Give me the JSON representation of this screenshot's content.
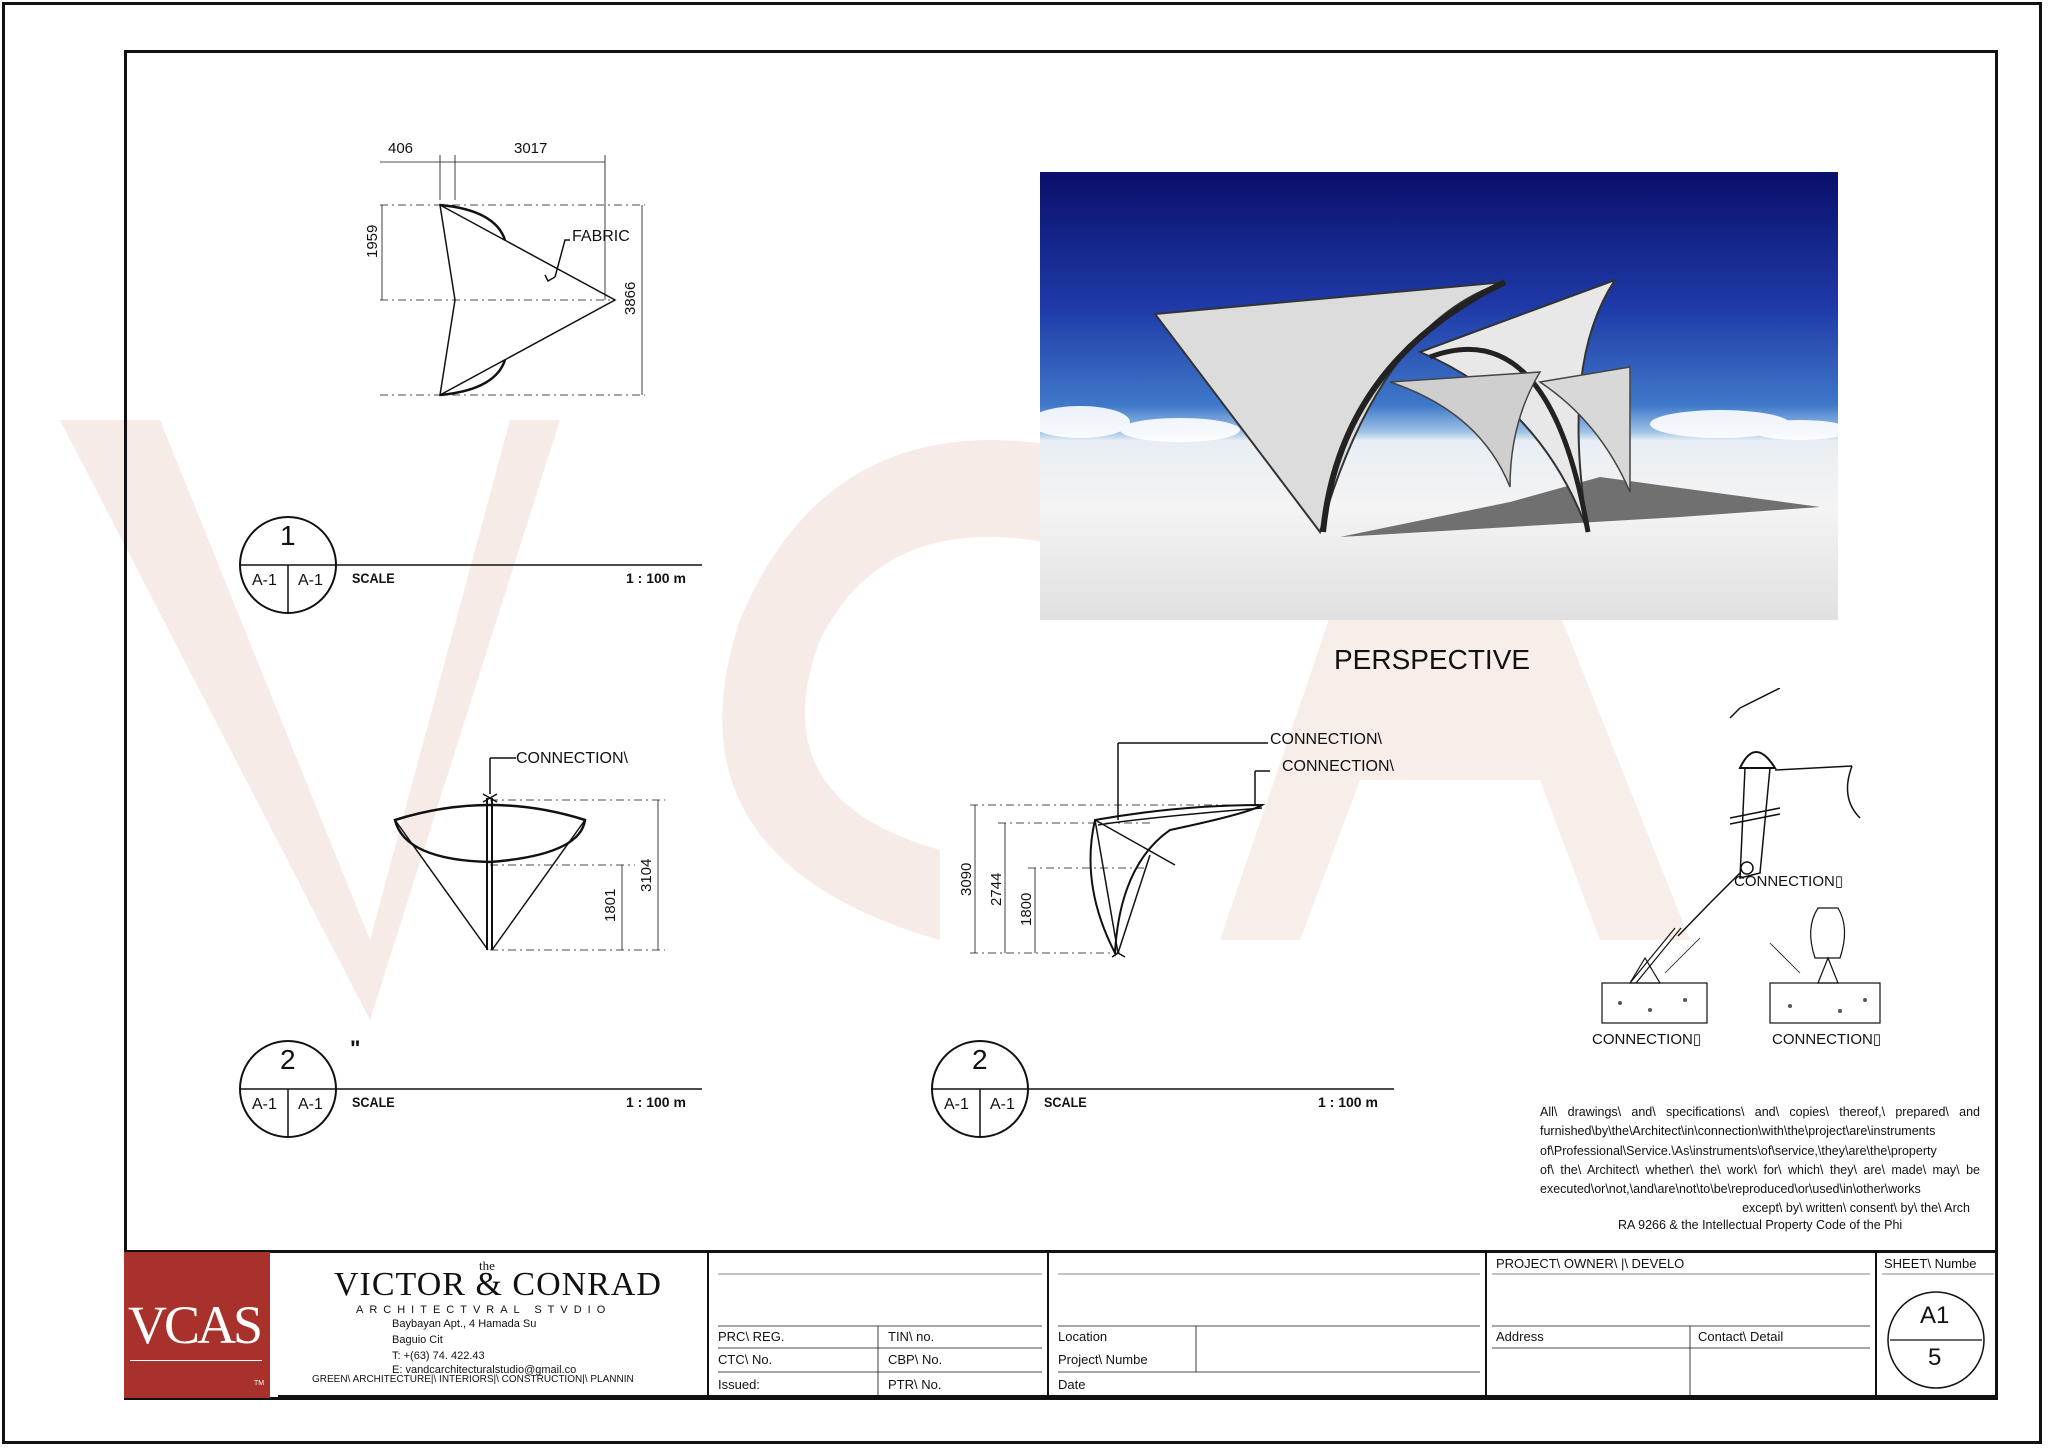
{
  "drawings": {
    "d1": {
      "dim_top_left": "406",
      "dim_top_right": "3017",
      "dim_left": "1959",
      "dim_right": "3866",
      "callout": "FABRIC",
      "label_number": "1",
      "label_ref_left": "A-1",
      "label_ref_right": "A-1",
      "scale_word": "SCALE",
      "scale_value": "1 : 100 m"
    },
    "d2": {
      "callout": "CONNECTION\\",
      "dim_a": "1801",
      "dim_b": "3104",
      "label_number": "2",
      "label_ref_left": "A-1",
      "label_ref_right": "A-1",
      "tick_mark": "\"",
      "scale_word": "SCALE",
      "scale_value": "1 : 100 m"
    },
    "d3": {
      "callout_1": "CONNECTION\\",
      "callout_2": "CONNECTION\\",
      "dim_a": "3090",
      "dim_b": "2744",
      "dim_c": "1800",
      "label_number": "2",
      "label_ref_left": "A-1",
      "label_ref_right": "A-1",
      "scale_word": "SCALE",
      "scale_value": "1 : 100 m"
    },
    "perspective_title": "PERSPECTIVE",
    "details": {
      "label_top": "CONNECTION▯",
      "label_bottom_left": "CONNECTION▯",
      "label_bottom_right": "CONNECTION▯"
    }
  },
  "legal": {
    "lines": [
      "All\\ drawings\\ and\\ specifications\\ and\\ copies\\ thereof,\\ prepared\\ and",
      "furnished\\by\\the\\Architect\\in\\connection\\with\\the\\project\\are\\instruments",
      "of\\Professional\\Service.\\As\\instruments\\of\\service,\\they\\are\\the\\property",
      "of\\ the\\ Architect\\ whether\\ the\\ work\\ for\\ which\\ they\\ are\\ made\\ may\\ be",
      "executed\\or\\not,\\and\\are\\not\\to\\be\\reproduced\\or\\used\\in\\other\\works",
      "except\\ by\\ written\\ consent\\ by\\ the\\ Arch"
    ],
    "ra_line": "RA 9266 & the Intellectual Property Code of the Phi"
  },
  "title_block": {
    "logo_text": "VCAS",
    "logo_tm": "TM",
    "firm_the": "the",
    "firm_name": "VICTOR & CONRAD",
    "firm_sub": "ARCHITECTVRAL STVDIO",
    "address_1": "Baybayan Apt., 4 Hamada Su",
    "address_2": "Baguio Cit",
    "phone": "T: +(63) 74. 422.43",
    "email": "E: vandcarchitecturalstudio@gmail.co",
    "services": "GREEN\\ ARCHITECTURE|\\ INTERIORS|\\ CONSTRUCTION|\\ PLANNIN",
    "prc": "PRC\\ REG.",
    "tin": "TIN\\ no.",
    "ctc": "CTC\\ No.",
    "cbp": "CBP\\ No.",
    "issued": "Issued:",
    "ptr": "PTR\\ No.",
    "location": "Location",
    "project_number": "Project\\ Numbe",
    "date": "Date",
    "owner": "PROJECT\\ OWNER\\ |\\ DEVELO",
    "address": "Address",
    "contact": "Contact\\ Detail",
    "sheet_label": "SHEET\\ Numbe",
    "sheet_code": "A1",
    "sheet_number": "5"
  },
  "colors": {
    "logo_bg": "#a8322b",
    "line": "#111111",
    "watermark": "#f4e6e0"
  }
}
